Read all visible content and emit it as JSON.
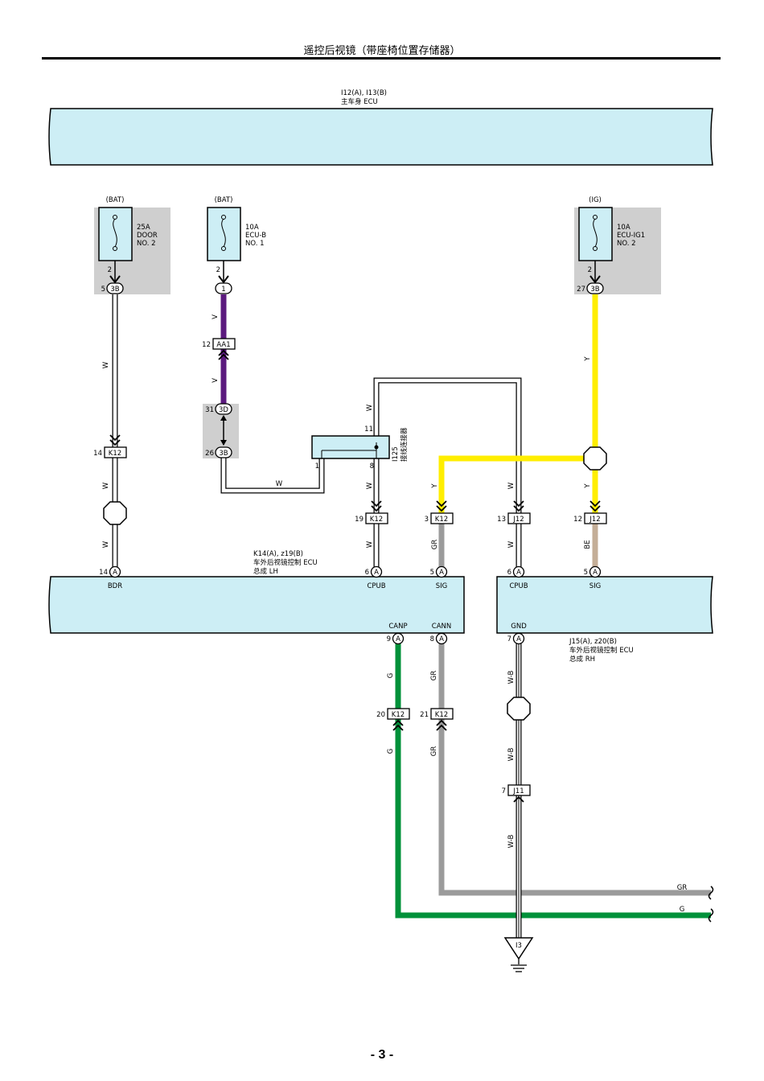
{
  "header": {
    "title": "遥控后视镜（带座椅位置存储器）"
  },
  "footer": {
    "page": "- 3 -"
  },
  "ecus": {
    "main_body": {
      "codes": "I12(A), I13(B)",
      "name": "主车身 ECU"
    },
    "lh": {
      "codes": "K14(A), z19(B)",
      "name_line1": "车外后视镜控制 ECU",
      "name_line2": "总成 LH",
      "pin_bdr": "BDR",
      "pin_cpub": "CPUB",
      "pin_sig": "SIG",
      "pin_canp": "CANP",
      "pin_cann": "CANN"
    },
    "rh": {
      "codes": "J15(A), z20(B)",
      "name_line1": "车外后视镜控制 ECU",
      "name_line2": "总成 RH",
      "pin_cpub": "CPUB",
      "pin_sig": "SIG",
      "pin_gnd": "GND"
    }
  },
  "fuses": {
    "door": {
      "source": "(BAT)",
      "rating": "25A",
      "name1": "DOOR",
      "name2": "NO. 2",
      "pin": "2"
    },
    "ecub": {
      "source": "(BAT)",
      "rating": "10A",
      "name1": "ECU-B",
      "name2": "NO. 1",
      "pin": "2"
    },
    "ecuig": {
      "source": "(IG)",
      "rating": "10A",
      "name1": "ECU-IG1",
      "name2": "NO. 2",
      "pin": "2"
    }
  },
  "junction": {
    "id": "I125",
    "name": "接线连接器",
    "pin_in": "11",
    "pin_a": "1",
    "pin_b": "8"
  },
  "connectors": {
    "c3b_left": {
      "pin": "5",
      "code": "3B"
    },
    "c1": {
      "code": "1"
    },
    "aa1": {
      "pin": "12",
      "code": "AA1"
    },
    "c3d": {
      "pin": "31",
      "code": "3D"
    },
    "c3b_mid": {
      "pin": "26",
      "code": "3B"
    },
    "c3b_right": {
      "pin": "27",
      "code": "3B"
    },
    "k12_a": {
      "pin": "14",
      "code": "K12"
    },
    "k12_b": {
      "pin": "19",
      "code": "K12"
    },
    "k12_c": {
      "pin": "3",
      "code": "K12"
    },
    "j12_a": {
      "pin": "13",
      "code": "J12"
    },
    "j12_b": {
      "pin": "12",
      "code": "J12"
    },
    "k12_d": {
      "pin": "20",
      "code": "K12"
    },
    "k12_e": {
      "pin": "21",
      "code": "K12"
    },
    "j11": {
      "pin": "7",
      "code": "J11"
    },
    "pin_lh_bdr": {
      "pin": "14",
      "code": "A"
    },
    "pin_lh_cpub": {
      "pin": "6",
      "code": "A"
    },
    "pin_lh_sig": {
      "pin": "5",
      "code": "A"
    },
    "pin_lh_canp": {
      "pin": "9",
      "code": "A"
    },
    "pin_lh_cann": {
      "pin": "8",
      "code": "A"
    },
    "pin_rh_cpub": {
      "pin": "6",
      "code": "A"
    },
    "pin_rh_sig": {
      "pin": "5",
      "code": "A"
    },
    "pin_rh_gnd": {
      "pin": "7",
      "code": "A"
    }
  },
  "ground": {
    "code": "I3"
  },
  "wires": {
    "w": "W",
    "v": "V",
    "y": "Y",
    "gr": "GR",
    "g": "G",
    "wb": "W-B",
    "be": "BE"
  },
  "colors": {
    "ecu_fill": "#cdeef5",
    "fuse_shade": "#cfcfcf",
    "purple": "#5b1a7e",
    "yellow": "#ffee00",
    "green": "#00913a",
    "gray": "#9b9b9b",
    "beige": "#c4ae98",
    "white_wire": "#ffffff"
  }
}
